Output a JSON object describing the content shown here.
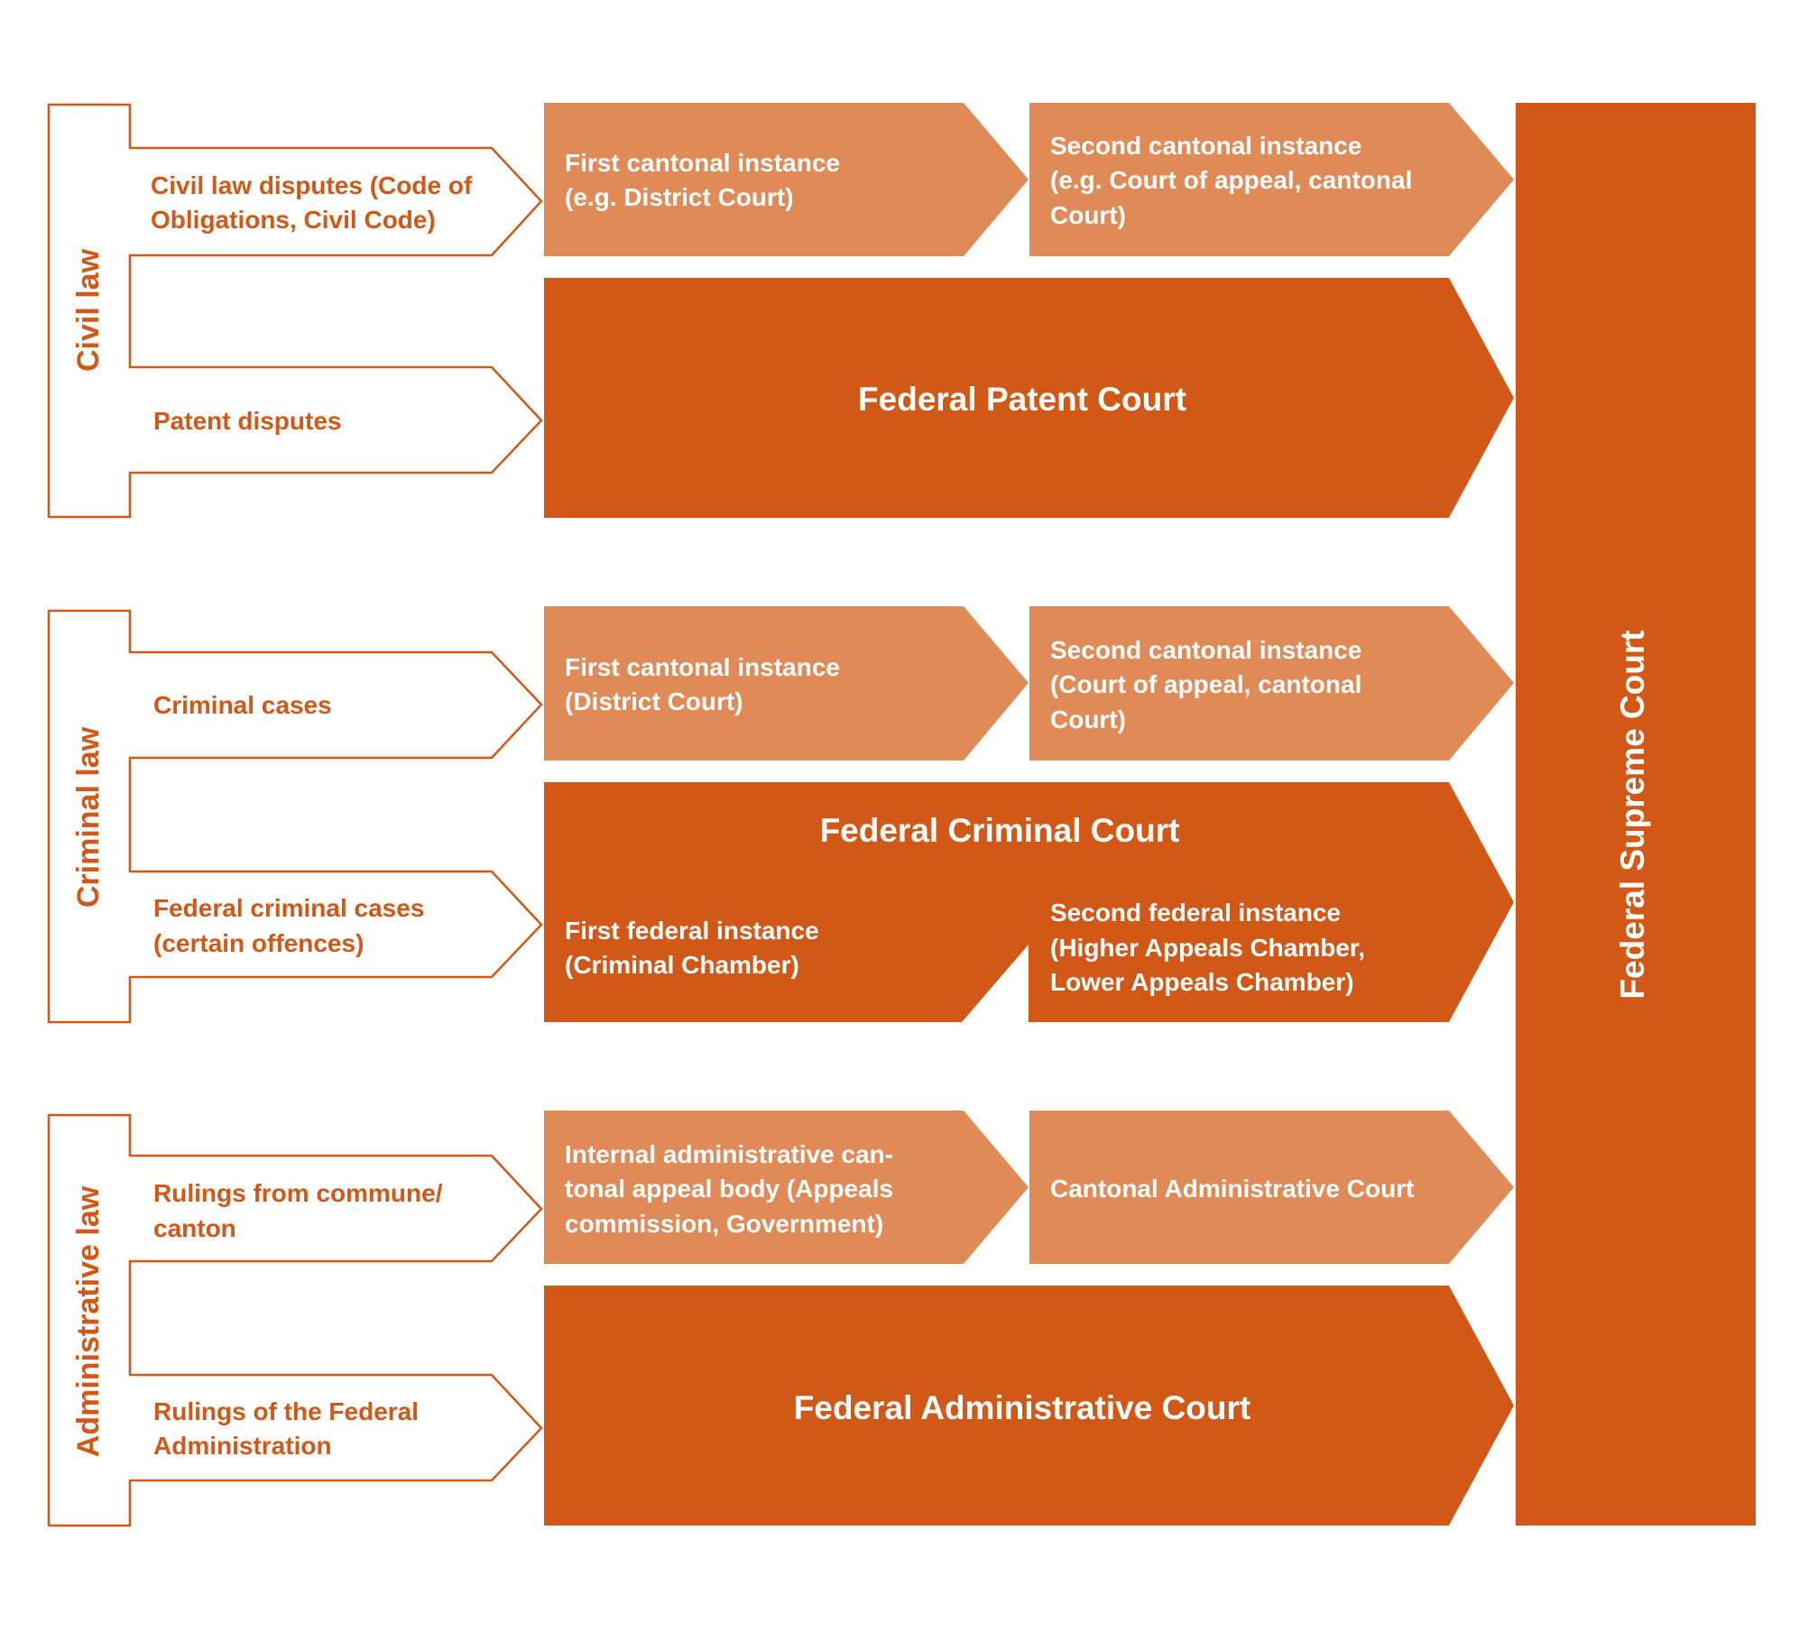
{
  "colors": {
    "light": "#E08A58",
    "dark": "#D15817",
    "text": "#D15817"
  },
  "supreme": "Federal Supreme Court",
  "civil": {
    "label": "Civil law",
    "inputs": [
      [
        "Civil law disputes (Code of",
        "Obligations, Civil Code)"
      ],
      [
        "Patent disputes"
      ]
    ],
    "first": [
      "First cantonal instance",
      "(e.g. District Court)"
    ],
    "second": [
      "Second cantonal instance",
      "(e.g. Court of appeal, cantonal",
      "Court)"
    ],
    "federal": "Federal Patent Court"
  },
  "criminal": {
    "label": "Criminal law",
    "inputs": [
      [
        "Criminal cases"
      ],
      [
        "Federal criminal cases",
        "(certain offences)"
      ]
    ],
    "first": [
      "First cantonal instance",
      "(District Court)"
    ],
    "second": [
      "Second cantonal instance",
      "(Court of appeal, cantonal",
      "Court)"
    ],
    "federal": "Federal Criminal Court",
    "federal_first": [
      "First federal instance",
      "(Criminal Chamber)"
    ],
    "federal_second": [
      "Second federal instance",
      "(Higher Appeals Chamber,",
      "Lower Appeals Chamber)"
    ]
  },
  "administrative": {
    "label": "Administrative law",
    "inputs": [
      [
        "Rulings from commune/",
        "canton"
      ],
      [
        "Rulings of the Federal",
        "Administration"
      ]
    ],
    "first": [
      "Internal administrative can-",
      "tonal appeal body (Appeals",
      "commission, Government)"
    ],
    "second": [
      "Cantonal Administrative Court"
    ],
    "federal": "Federal Administrative Court"
  }
}
